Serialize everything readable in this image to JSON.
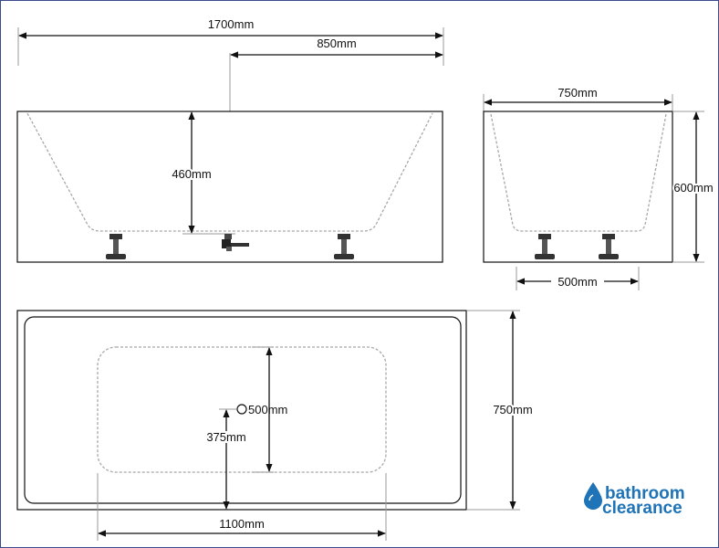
{
  "dimensions": {
    "total_length": "1700mm",
    "half_length": "850mm",
    "inner_depth": "460mm",
    "end_width": "750mm",
    "end_height": "600mm",
    "base_width": "500mm",
    "plan_width": "750mm",
    "inner_width": "500mm",
    "waste_offset": "375mm",
    "inner_length": "1100mm"
  },
  "logo": {
    "line1": "bathroom",
    "line2": "clearance",
    "color": "#1f73b7"
  },
  "colors": {
    "line": "#111111",
    "extension": "#9a9a9a",
    "dashed": "#a8a8a8",
    "frame": "#3b4a8c"
  }
}
